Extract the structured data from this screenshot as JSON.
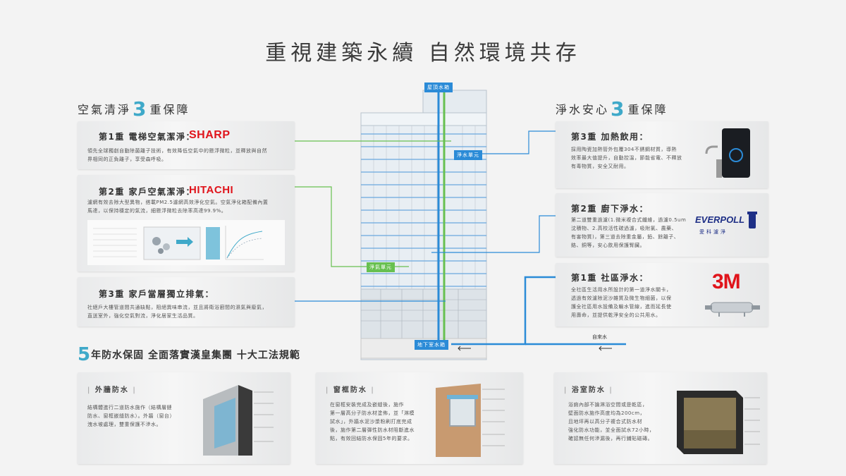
{
  "title": "重視建築永續 自然環境共存",
  "air": {
    "heading_pre": "空氣清淨",
    "heading_num": "3",
    "heading_post": "重保障",
    "items": [
      {
        "title": "第1重 電梯空氣潔淨：",
        "brand": "SHARP",
        "desc1": "領先全球獨創自動除菌離子技術，有效降低空氣中的懸浮微粒，並釋放與自然",
        "desc2": "界相同的正負離子，享受森呼吸。"
      },
      {
        "title": "第2重 家戶空氣潔淨：",
        "brand": "HITACHI",
        "desc1": "濾網有效去除大型異物，搭載PM2.5濾網高效淨化空氣。空氣淨化箱配備內置",
        "desc2": "馬達，以保持穩定的氣流，細懸浮微粒去除率高達99.9%。"
      },
      {
        "title": "第3重 家戶當層獨立排氣：",
        "desc1": "社絕戶大樓管道間共通缺點，阻絕異味串流，並且將衛浴廚間的濕氣與廢氣，",
        "desc2": "直送室外，強化空氣對流，淨化居家生活品質。"
      }
    ]
  },
  "water": {
    "heading_pre": "淨水安心",
    "heading_num": "3",
    "heading_post": "重保障",
    "items": [
      {
        "title": "第3重 加熱飲用：",
        "desc1": "採用陶瓷加熱管外包覆304不銹鋼材質，導熱",
        "desc2": "效率最大值提升，自動控溫，節能省電、不釋放",
        "desc3": "有毒物質，安全又耐用。"
      },
      {
        "title": "第2重 廚下淨水：",
        "brand": "EVERPOLL",
        "brand_sub": "愛科濾淨",
        "desc1": "第二道雙重過濾(1.微米複合式纖維，過濾0.5um",
        "desc2": "沈積物、2.高校活性碳過濾，吸附氯、農藥、",
        "desc3": "有害物質)，第三道去除重金屬，鉛、餘離子、",
        "desc4": "鉻、銅等，安心飲用保護腎臟。"
      },
      {
        "title": "第1重 社區淨水：",
        "brand": "3M",
        "desc1": "全社區生活用水所設計的第一道淨水關卡，",
        "desc2": "透過有效濾除泥沙雜質及微生物細菌，以保",
        "desc3": "護全社區用水設備及輸水管線，進而延長使",
        "desc4": "用壽命，並提供乾淨安全的公共用水。"
      }
    ]
  },
  "building": {
    "roof_tank": "屋頂水箱",
    "basement_tank": "地下室水箱",
    "tap_water": "自來水",
    "filter_unit_blue": "淨水單元",
    "filter_unit_green": "淨氣單元"
  },
  "waterproof": {
    "heading_num": "5",
    "heading": "年防水保固 全面落實漢皇集團 十大工法規範",
    "cards": [
      {
        "title": "外牆防水",
        "desc1": "結構體進行二道防水施作（結構層鏈",
        "desc2": "防水、窗框嵌縫防水）。外牆（窗台）",
        "desc3": "洩水坡處理，雙重保護不滲水。"
      },
      {
        "title": "窗框防水",
        "desc1": "在窗框安裝完成及嵌縫後，施作",
        "desc2": "第一層高分子防水材塗佈，並「淋模",
        "desc3": "試水」，外牆水泥沙漿粉刷打底完成",
        "desc4": "後，施作第二層彈性防水材阻斷進水",
        "desc5": "點，有效回結防水保固5年的要求。"
      },
      {
        "title": "浴室防水",
        "desc1": "浴廁內部不論淋浴空間或是乾區，",
        "desc2": "壁面防水施作高度均為200cm，",
        "desc3": "且地坪再以高分子複合式防水材",
        "desc4": "強化防水功能，並全面試水72小時，",
        "desc5": "確認無任何滲漏後，再行鋪貼磁磚。"
      }
    ]
  },
  "colors": {
    "accent_blue": "#2b8bd7",
    "accent_green": "#67c050",
    "brand_red": "#e0141b",
    "heading_cyan": "#3fa9c9"
  }
}
